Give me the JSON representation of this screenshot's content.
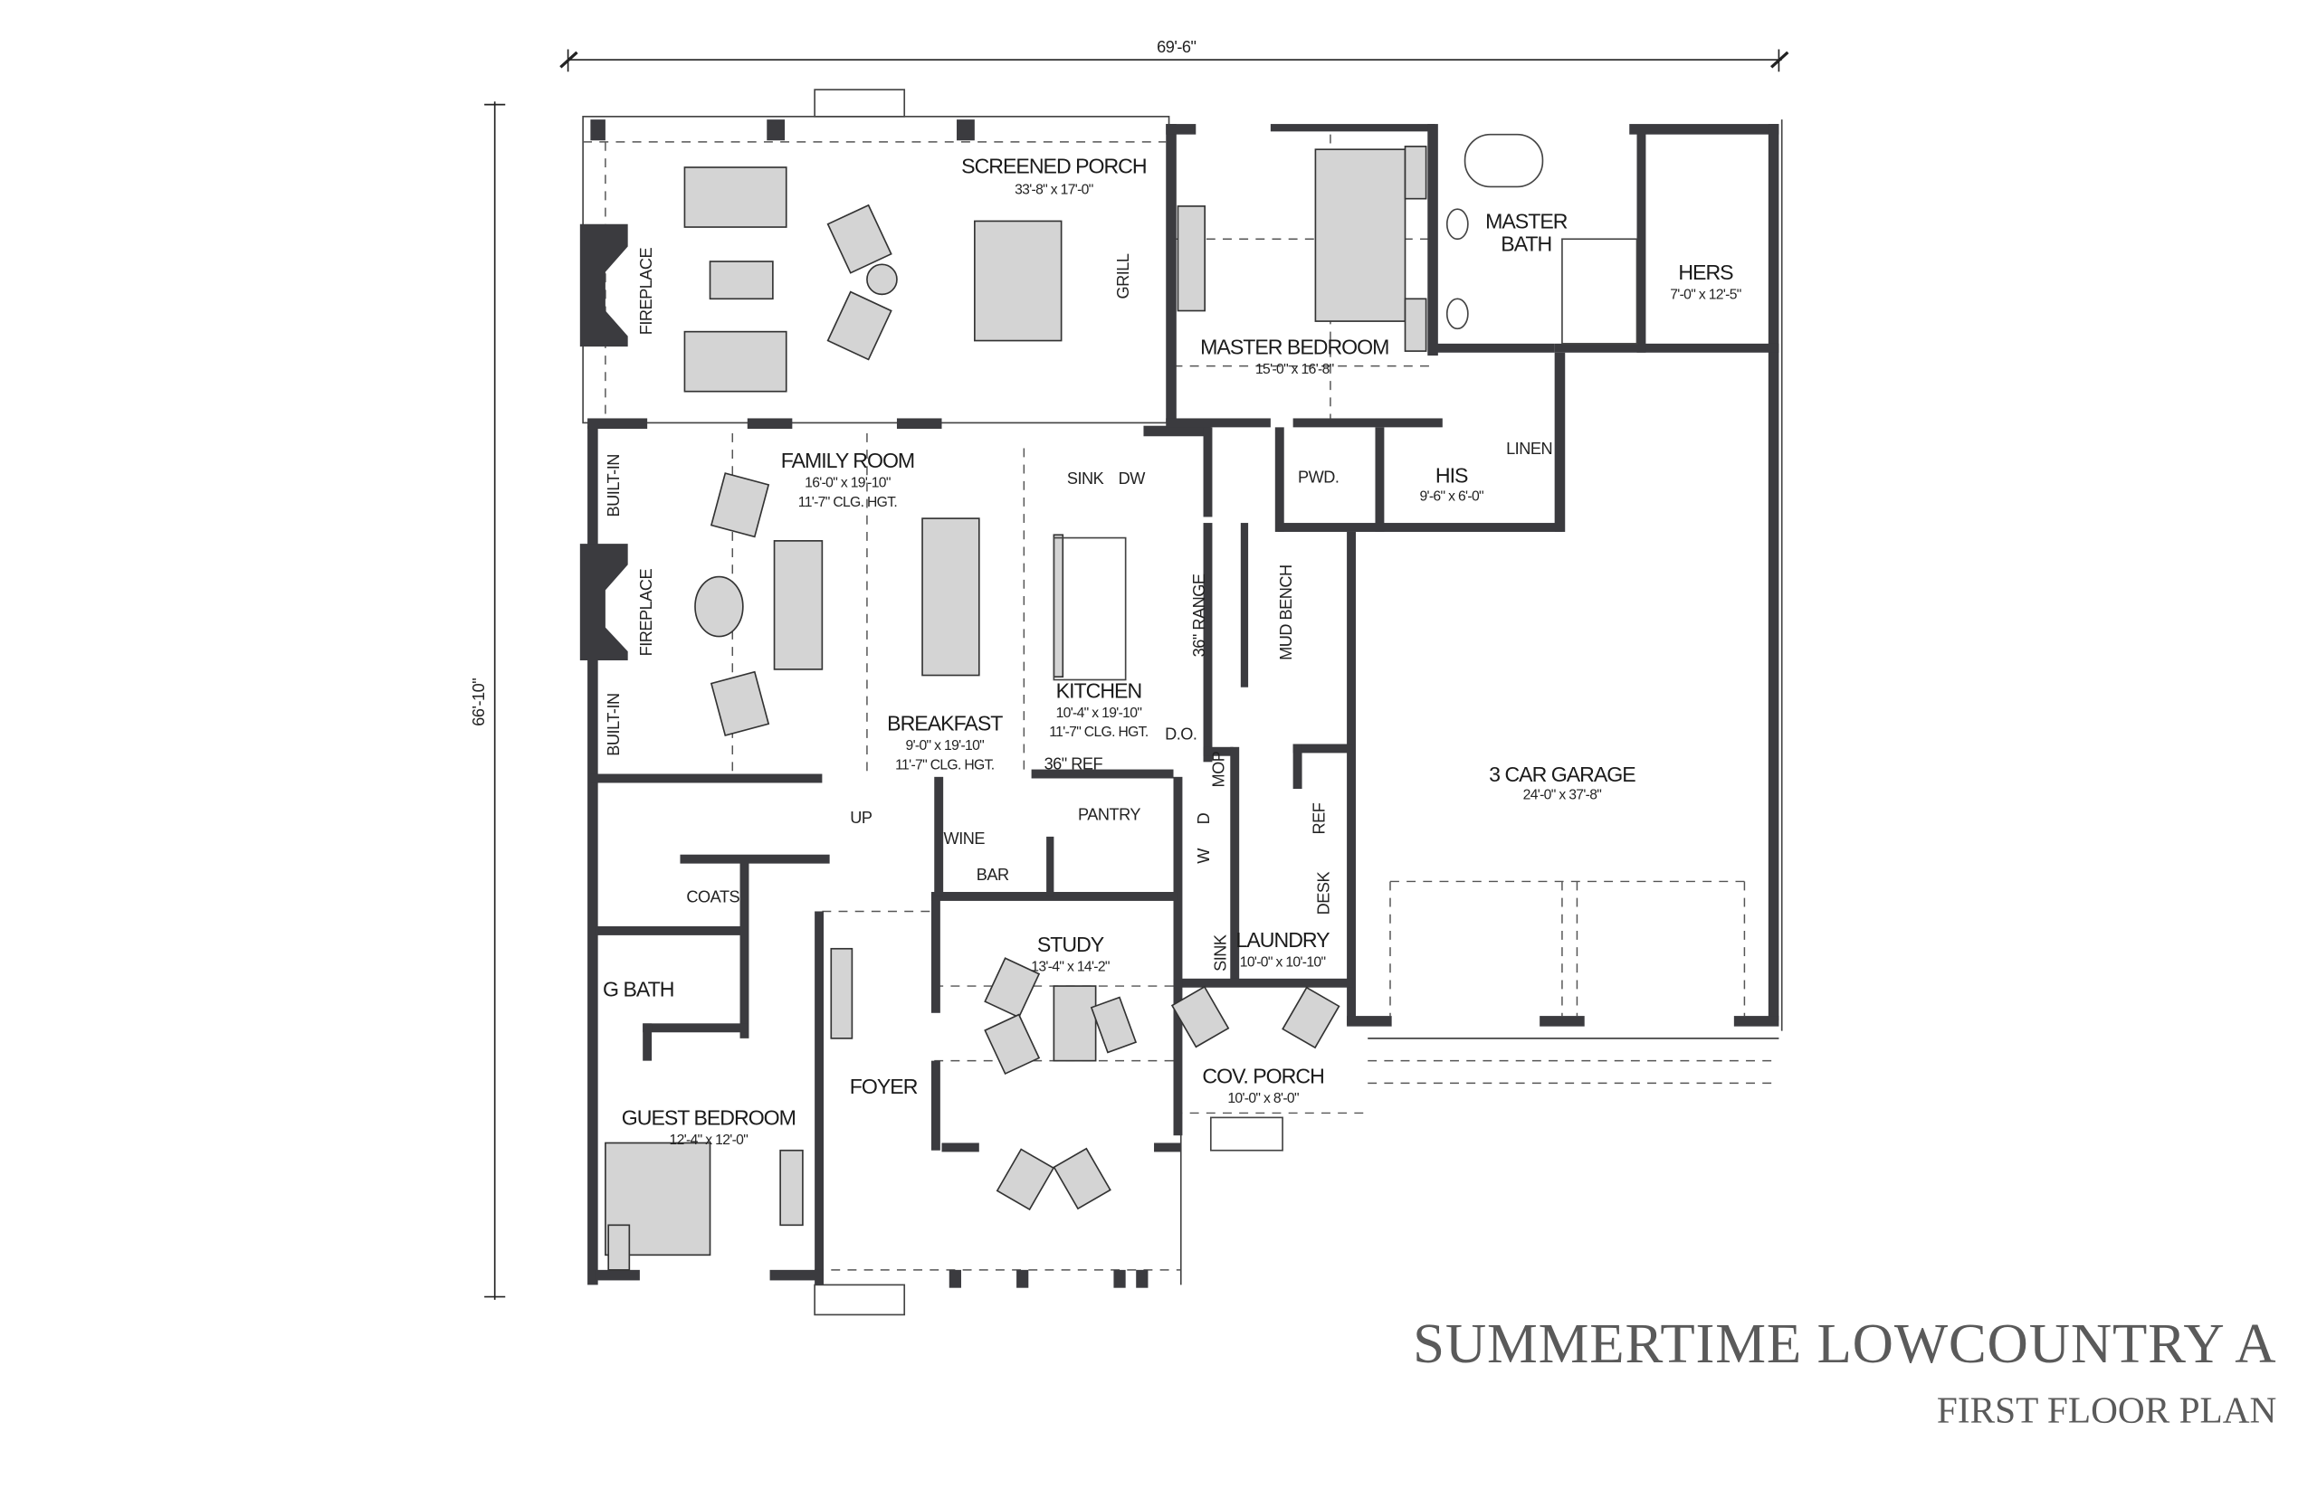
{
  "dimensions": {
    "width": "69'-6\"",
    "depth": "66'-10\""
  },
  "title": {
    "name": "SUMMERTIME LOWCOUNTRY A",
    "subtitle": "FIRST FLOOR PLAN"
  },
  "colors": {
    "wall": "#3b3b3f",
    "furniture": "#d4d4d4",
    "title": "#5a5a5a"
  },
  "rooms": {
    "screened_porch": {
      "name": "SCREENED PORCH",
      "size": "33'-8\" x 17'-0\""
    },
    "master_bedroom": {
      "name": "MASTER BEDROOM",
      "size": "15'-0\" x 16'-8\""
    },
    "master_bath": {
      "line1": "MASTER",
      "line2": "BATH"
    },
    "hers": {
      "name": "HERS",
      "size": "7'-0\" x 12'-5\""
    },
    "his": {
      "name": "HIS",
      "size": "9'-6\" x 6'-0\""
    },
    "family_room": {
      "name": "FAMILY ROOM",
      "size": "16'-0\" x 19'-10\"",
      "ceiling": "11'-7\" CLG. HGT."
    },
    "kitchen": {
      "name": "KITCHEN",
      "size": "10'-4\" x 19'-10\"",
      "ceiling": "11'-7\" CLG. HGT."
    },
    "breakfast": {
      "name": "BREAKFAST",
      "size": "9'-0\" x 19'-10\"",
      "ceiling": "11'-7\" CLG. HGT."
    },
    "study": {
      "name": "STUDY",
      "size": "13'-4\" x 14'-2\""
    },
    "laundry": {
      "name": "LAUNDRY",
      "size": "10'-0\" x 10'-10\""
    },
    "garage": {
      "name": "3 CAR GARAGE",
      "size": "24'-0\" x 37'-8\""
    },
    "foyer": {
      "name": "FOYER"
    },
    "guest_bedroom": {
      "name": "GUEST BEDROOM",
      "size": "12'-4\" x 12'-0\""
    },
    "cov_porch": {
      "name": "COV. PORCH",
      "size": "10'-0\" x 8'-0\""
    },
    "g_bath": {
      "name": "G BATH"
    }
  },
  "fixtures": {
    "fireplace": "FIREPLACE",
    "built_in": "BUILT-IN",
    "grill": "GRILL",
    "sink": "SINK",
    "dw": "DW",
    "linen": "LINEN",
    "pwd": "PWD.",
    "range": "36\" RANGE",
    "mud_bench": "MUD BENCH",
    "ref36": "36\" REF",
    "do": "D.O.",
    "mop": "MOP",
    "up": "UP",
    "pantry": "PANTRY",
    "wine": "WINE",
    "bar": "BAR",
    "coats": "COATS",
    "dryer": "D",
    "washer": "W",
    "ref": "REF",
    "desk": "DESK"
  }
}
